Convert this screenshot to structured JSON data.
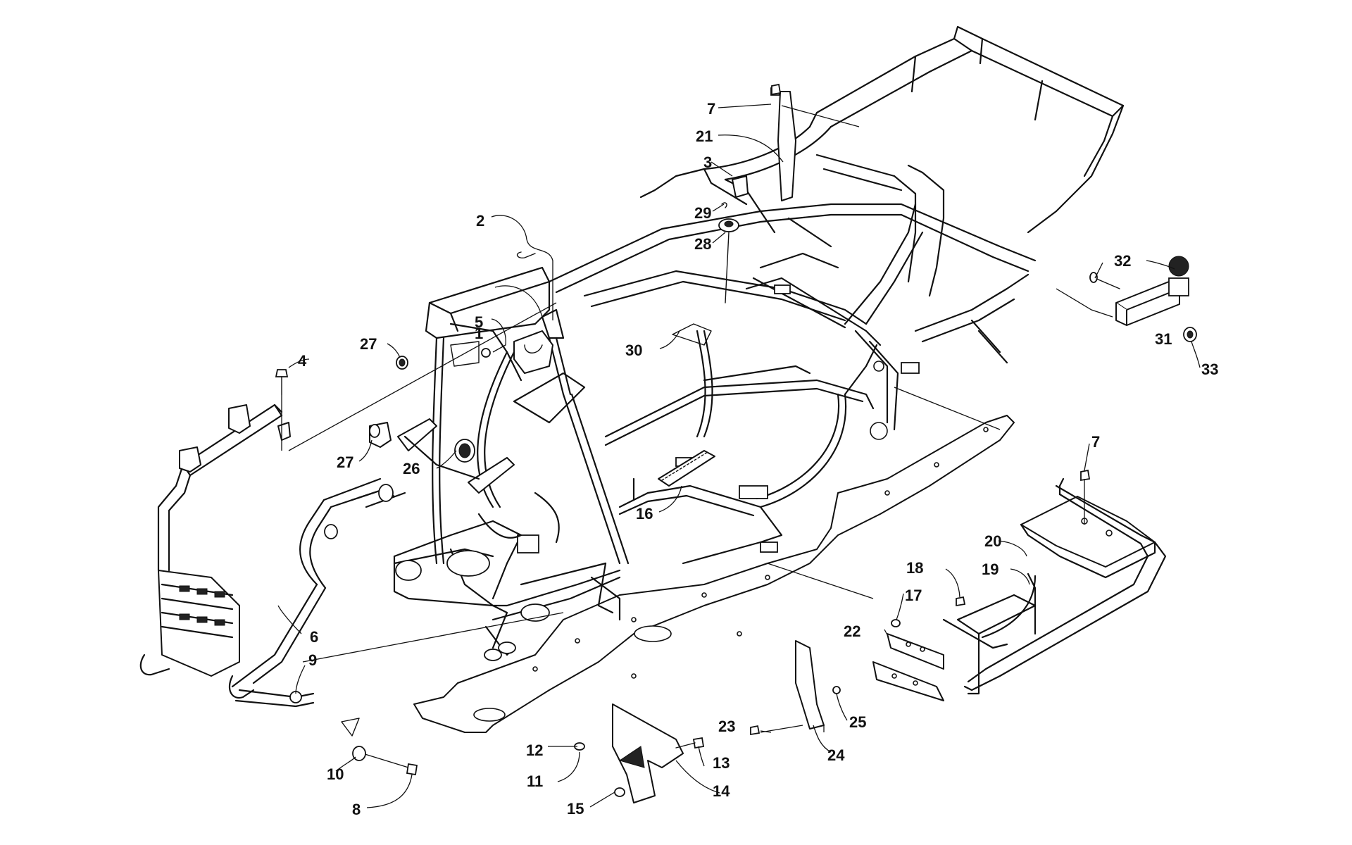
{
  "callouts": [
    {
      "id": "1",
      "label": "1"
    },
    {
      "id": "2",
      "label": "2"
    },
    {
      "id": "3",
      "label": "3"
    },
    {
      "id": "4",
      "label": "4"
    },
    {
      "id": "5",
      "label": "5"
    },
    {
      "id": "6",
      "label": "6"
    },
    {
      "id": "7a",
      "label": "7"
    },
    {
      "id": "7b",
      "label": "7"
    },
    {
      "id": "8",
      "label": "8"
    },
    {
      "id": "9",
      "label": "9"
    },
    {
      "id": "10",
      "label": "10"
    },
    {
      "id": "11",
      "label": "11"
    },
    {
      "id": "12",
      "label": "12"
    },
    {
      "id": "13",
      "label": "13"
    },
    {
      "id": "14",
      "label": "14"
    },
    {
      "id": "15",
      "label": "15"
    },
    {
      "id": "16",
      "label": "16"
    },
    {
      "id": "17",
      "label": "17"
    },
    {
      "id": "18",
      "label": "18"
    },
    {
      "id": "19",
      "label": "19"
    },
    {
      "id": "20",
      "label": "20"
    },
    {
      "id": "21",
      "label": "21"
    },
    {
      "id": "22",
      "label": "22"
    },
    {
      "id": "23",
      "label": "23"
    },
    {
      "id": "24",
      "label": "24"
    },
    {
      "id": "25",
      "label": "25"
    },
    {
      "id": "26",
      "label": "26"
    },
    {
      "id": "27a",
      "label": "27"
    },
    {
      "id": "27b",
      "label": "27"
    },
    {
      "id": "28",
      "label": "28"
    },
    {
      "id": "29",
      "label": "29"
    },
    {
      "id": "30",
      "label": "30"
    },
    {
      "id": "31",
      "label": "31"
    },
    {
      "id": "32",
      "label": "32"
    },
    {
      "id": "33",
      "label": "33"
    }
  ]
}
